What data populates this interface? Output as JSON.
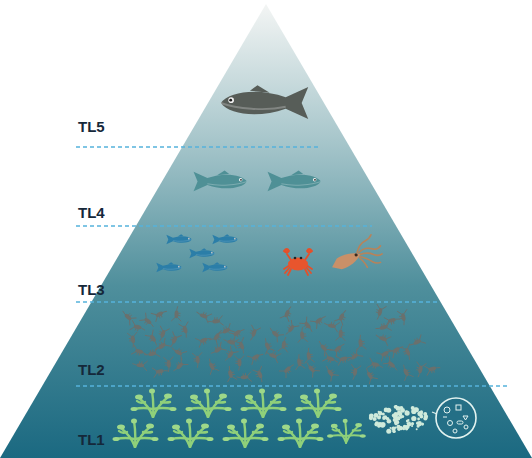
{
  "diagram": {
    "labels": [
      "TL5",
      "TL4",
      "TL3",
      "TL2",
      "TL1"
    ]
  }
}
